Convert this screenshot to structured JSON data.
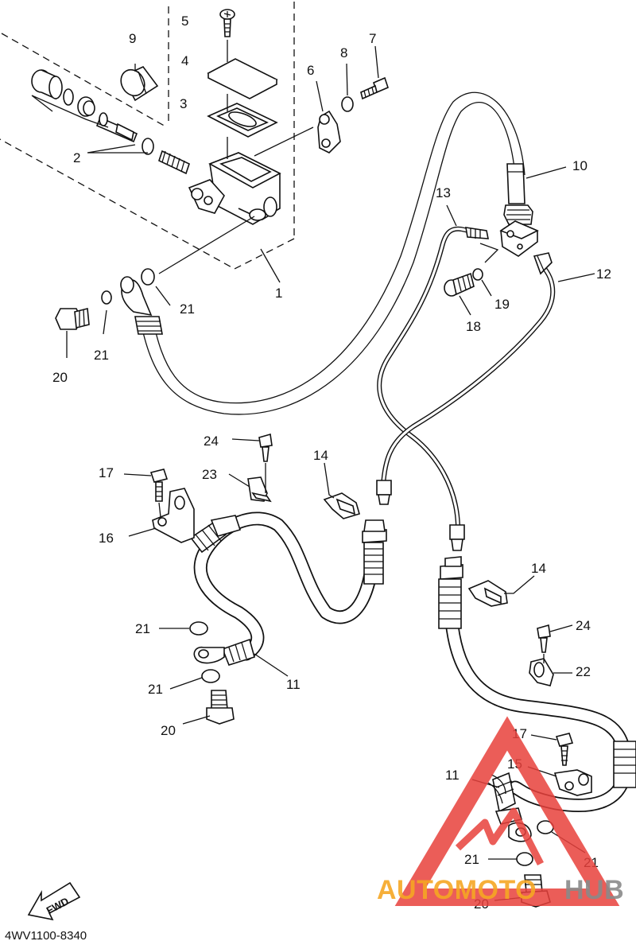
{
  "diagram": {
    "callouts": [
      {
        "id": "c5",
        "text": "5"
      },
      {
        "id": "c9",
        "text": "9"
      },
      {
        "id": "c4",
        "text": "4"
      },
      {
        "id": "c3",
        "text": "3"
      },
      {
        "id": "c8",
        "text": "8"
      },
      {
        "id": "c7",
        "text": "7"
      },
      {
        "id": "c6",
        "text": "6"
      },
      {
        "id": "c2",
        "text": "2"
      },
      {
        "id": "c10",
        "text": "10"
      },
      {
        "id": "c13",
        "text": "13"
      },
      {
        "id": "c12",
        "text": "12"
      },
      {
        "id": "c1",
        "text": "1"
      },
      {
        "id": "c19",
        "text": "19"
      },
      {
        "id": "c18",
        "text": "18"
      },
      {
        "id": "c21a",
        "text": "21"
      },
      {
        "id": "c21b",
        "text": "21"
      },
      {
        "id": "c20a",
        "text": "20"
      },
      {
        "id": "c24a",
        "text": "24"
      },
      {
        "id": "c14a",
        "text": "14"
      },
      {
        "id": "c17a",
        "text": "17"
      },
      {
        "id": "c23",
        "text": "23"
      },
      {
        "id": "c16",
        "text": "16"
      },
      {
        "id": "c14b",
        "text": "14"
      },
      {
        "id": "c24b",
        "text": "24"
      },
      {
        "id": "c21c",
        "text": "21"
      },
      {
        "id": "c22",
        "text": "22"
      },
      {
        "id": "c11a",
        "text": "11"
      },
      {
        "id": "c21d",
        "text": "21"
      },
      {
        "id": "c20b",
        "text": "20"
      },
      {
        "id": "c17b",
        "text": "17"
      },
      {
        "id": "c15",
        "text": "15"
      },
      {
        "id": "c11b",
        "text": "11"
      },
      {
        "id": "c21e",
        "text": "21"
      },
      {
        "id": "c21f",
        "text": "21"
      },
      {
        "id": "c20c",
        "text": "20"
      }
    ],
    "fwd_label": "FWD",
    "drawing_code": "4WV1100-8340"
  },
  "watermark": {
    "part1": "AUTOMOTO",
    "part2": "HUB",
    "color_red": "#e8413c",
    "color_orange": "#f5a623",
    "color_gray": "#8a8a8a"
  }
}
